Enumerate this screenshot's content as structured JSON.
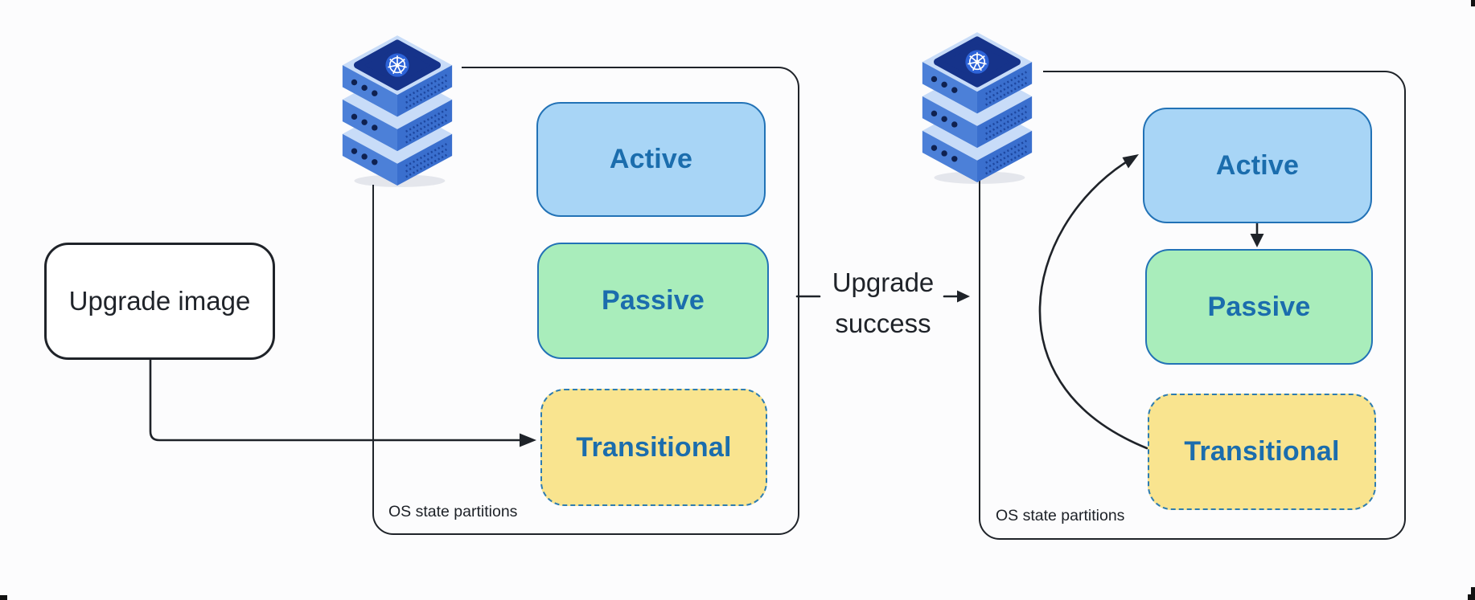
{
  "upgrade_image": {
    "label": "Upgrade image"
  },
  "transition": {
    "line1": "Upgrade",
    "line2": "success"
  },
  "clusters": [
    {
      "id": "left",
      "node_icon": "kubernetes-server-stack-icon",
      "caption": "OS state partitions",
      "partitions": [
        {
          "name": "active",
          "label": "Active",
          "fill": "#a8d5f6",
          "border": "#2272b6",
          "border_style": "solid"
        },
        {
          "name": "passive",
          "label": "Passive",
          "fill": "#a9edbb",
          "border": "#2272b6",
          "border_style": "solid"
        },
        {
          "name": "transitional",
          "label": "Transitional",
          "fill": "#f9e48f",
          "border": "#2e7cb0",
          "border_style": "dashed"
        }
      ]
    },
    {
      "id": "right",
      "node_icon": "kubernetes-server-stack-icon",
      "caption": "OS state partitions",
      "partitions": [
        {
          "name": "active",
          "label": "Active",
          "fill": "#a8d5f6",
          "border": "#2272b6",
          "border_style": "solid"
        },
        {
          "name": "passive",
          "label": "Passive",
          "fill": "#a9edbb",
          "border": "#2272b6",
          "border_style": "solid"
        },
        {
          "name": "transitional",
          "label": "Transitional",
          "fill": "#f9e48f",
          "border": "#2e7cb0",
          "border_style": "dashed"
        }
      ]
    }
  ],
  "flows": [
    {
      "from": "upgrade-image",
      "to": "left-transitional",
      "label": ""
    },
    {
      "from": "left-cluster",
      "to": "right-cluster",
      "label": "Upgrade success"
    },
    {
      "from": "right-transitional",
      "to": "right-active",
      "label": ""
    },
    {
      "from": "right-active",
      "to": "right-passive",
      "label": ""
    }
  ],
  "colors": {
    "background": "#fcfcfd",
    "outline": "#1f2329",
    "partition_label": "#1b6dad",
    "active_fill": "#a8d5f6",
    "passive_fill": "#a9edbb",
    "transitional_fill": "#f9e48f",
    "k8s_navy": "#16338a",
    "server_blue": "#4c80d8"
  }
}
